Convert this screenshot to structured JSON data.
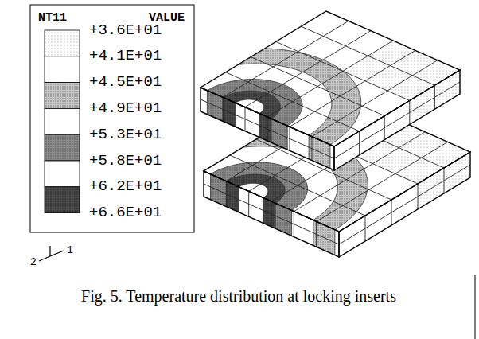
{
  "diagram": {
    "caption": "Fig. 5. Temperature distribution at locking inserts",
    "labels": [
      "NT11",
      "VALUE",
      "+3.6E+01",
      "+4.1E+01",
      "+4.5E+01",
      "+4.9E+01",
      "+5.3E+01",
      "+5.8E+01",
      "+6.2E+01",
      "+6.6E+01",
      "2",
      "1"
    ]
  }
}
